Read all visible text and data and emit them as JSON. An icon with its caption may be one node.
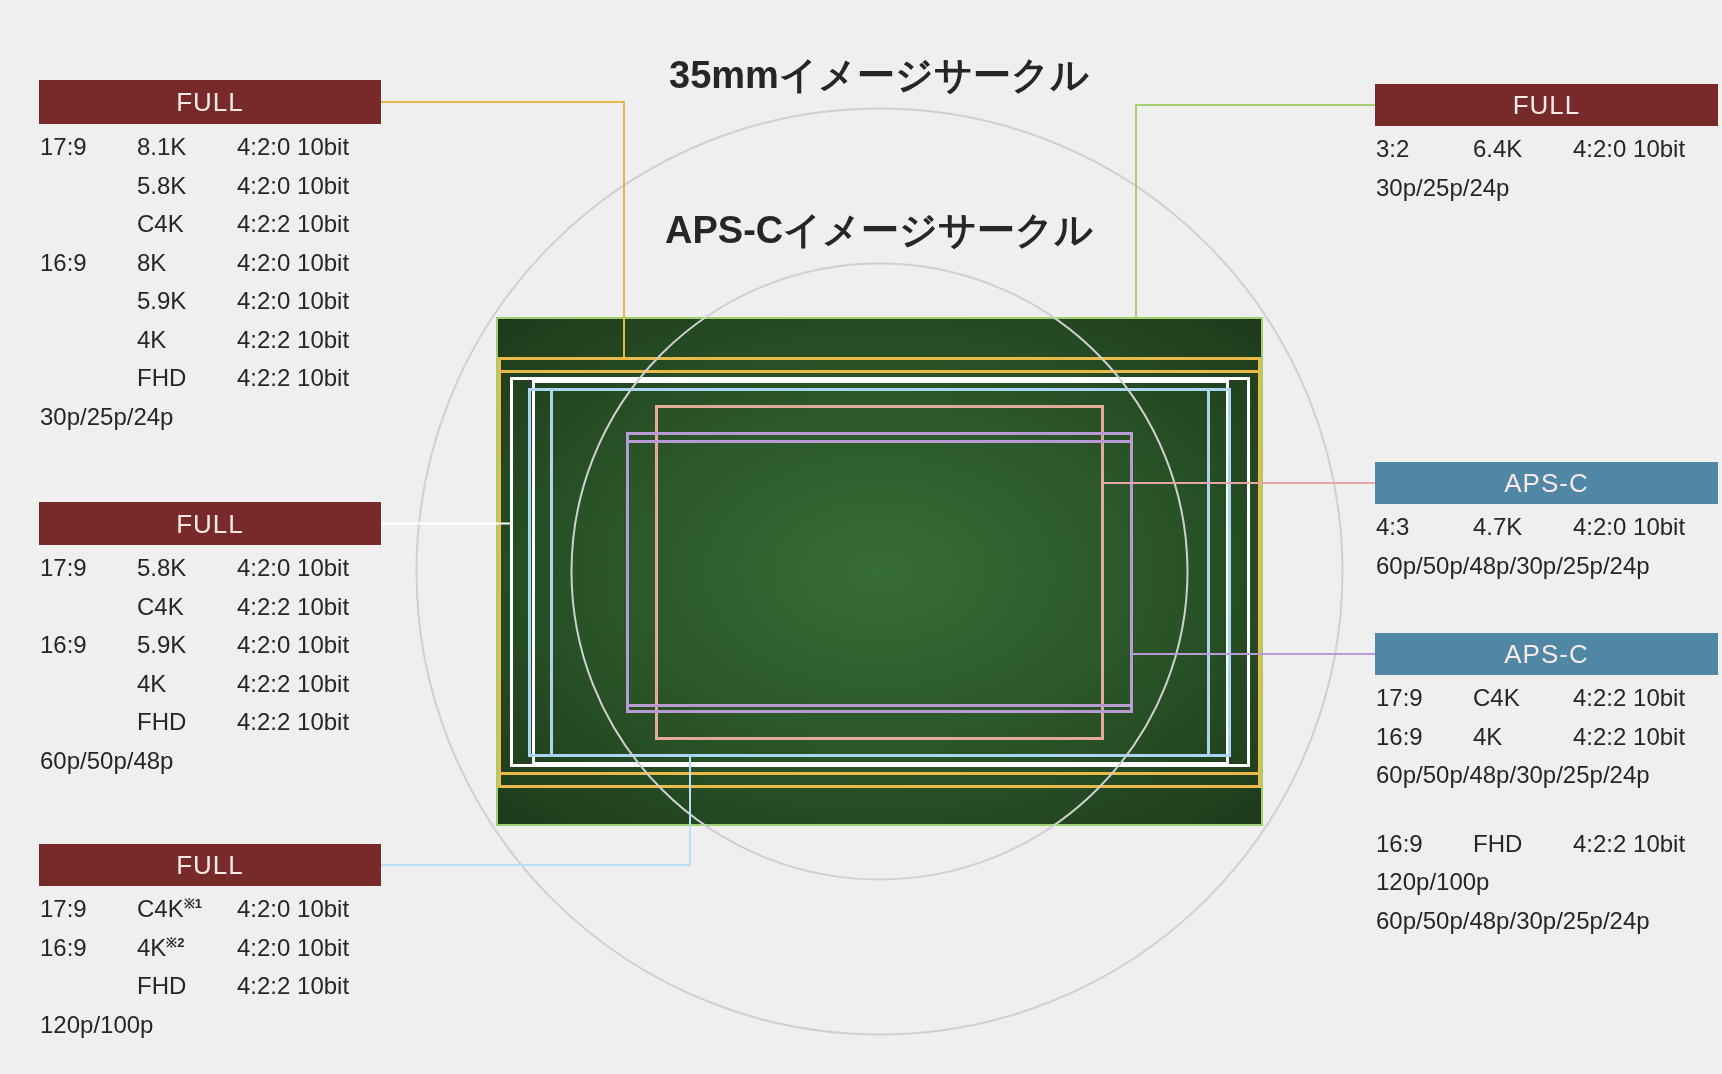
{
  "diagram": {
    "nodes": [
      {
        "text": [
          "FULL"
        ],
        "beside": [
          "17:9",
          "8.1K",
          "4:2:0 10bit",
          "5.8K",
          "4:2:0 10bit",
          "C4K",
          "4:2:2 10bit",
          "16:9",
          "8K",
          "4:2:0 10bit",
          "5.9K",
          "4:2:0 10bit",
          "4K",
          "4:2:2 10bit",
          "FHD",
          "4:2:2 10bit",
          "30p/25p/24p"
        ]
      },
      {
        "text": [
          "FULL"
        ],
        "beside": [
          "3:2",
          "6.4K",
          "4:2:0 10bit",
          "30p/25p/24p"
        ]
      },
      {
        "text": [
          "APS-C"
        ],
        "beside": [
          "4:3",
          "4.7K",
          "4:2:0 10bit",
          "60p/50p/48p/30p/25p/24p"
        ]
      },
      {
        "text": [
          "FULL"
        ],
        "beside": [
          "17:9",
          "5.8K",
          "4:2:0 10bit",
          "C4K",
          "4:2:2 10bit",
          "16:9",
          "5.9K",
          "4:2:0 10bit",
          "4K",
          "4:2:2 10bit",
          "FHD",
          "4:2:2 10bit",
          "60p/50p/48p"
        ]
      },
      {
        "text": [
          "APS-C"
        ],
        "beside": [
          "17:9",
          "C4K",
          "4:2:2 10bit",
          "16:9",
          "4K",
          "4:2:2 10bit",
          "60p/50p/48p/30p/25p/24p",
          "16:9",
          "FHD",
          "4:2:2 10bit",
          "120p/100p",
          "60p/50p/48p/30p/25p/24p"
        ]
      },
      {
        "text": [
          "FULL"
        ],
        "beside": [
          "17:9",
          "C4K$^{※1}$",
          "4:2:0 10bit",
          "16:9",
          "4K$^{※2}$",
          "4:2:0 10bit",
          "FHD",
          "4:2:2 10bit",
          "120p/100p"
        ]
      },
      {
        "text": [],
        "shape": "box"
      },
      {
        "text": [],
        "shape": "box",
        "in": 6
      },
      {
        "text": [],
        "shape": "box",
        "in": 7
      },
      {
        "text": [],
        "shape": "box",
        "in": 8
      },
      {
        "text": [],
        "shape": "box",
        "in": 9
      },
      {
        "text": [],
        "shape": "box",
        "in": 9
      }
    ],
    "edges": [
      {
        "from": 0,
        "to": 7,
        "arrow": "none",
        "color": "#e3b94f"
      },
      {
        "from": 1,
        "to": 6,
        "arrow": "none",
        "color": "#a8cf6e"
      },
      {
        "from": 2,
        "to": 10,
        "arrow": "none",
        "color": "#e7a6a4"
      },
      {
        "from": 3,
        "to": 8,
        "arrow": "none",
        "color": "#ffffff"
      },
      {
        "from": 4,
        "to": 11,
        "arrow": "none",
        "color": "#b89ad4"
      },
      {
        "from": 5,
        "to": 9,
        "arrow": "none",
        "color": "#b9def5"
      }
    ],
    "labels": [
      "35mmイメージサークル",
      "APS-Cイメージサークル"
    ]
  }
}
